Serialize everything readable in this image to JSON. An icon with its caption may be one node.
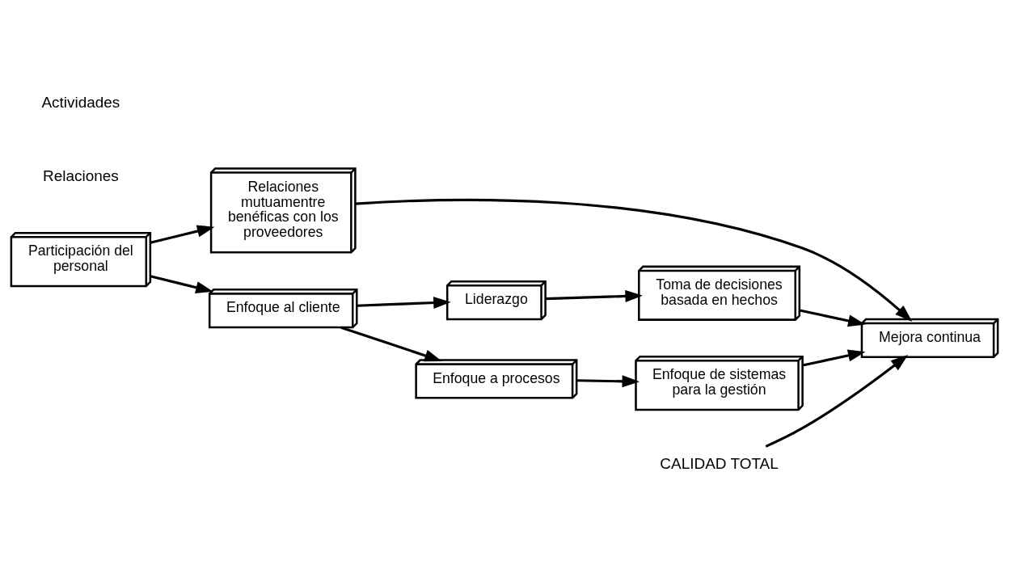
{
  "diagram": {
    "nodes": [
      {
        "text": [
          "Relaciones mutuamentre benéficas con los proveedores"
        ]
      },
      {
        "text": [
          "Mejora continua"
        ]
      },
      {
        "text": [
          "Participación del personal"
        ]
      },
      {
        "text": [
          "Toma de decisiones basada en hechos"
        ]
      },
      {
        "text": [
          "Liderazgo"
        ]
      },
      {
        "text": [
          "Enfoque al cliente"
        ]
      },
      {
        "text": [
          "Enfoque a procesos"
        ]
      },
      {
        "text": [
          "Enfoque de sistemas para la gestión"
        ]
      },
      {
        "text": [
          "CALIDAD TOTAL"
        ]
      }
    ],
    "edges": [
      {
        "from": 8,
        "to": 1,
        "arrow": "to"
      },
      {
        "from": 0,
        "to": 1,
        "arrow": "to"
      },
      {
        "from": 2,
        "to": 0,
        "arrow": "to"
      },
      {
        "from": 2,
        "to": 5,
        "arrow": "to"
      },
      {
        "from": 5,
        "to": 4,
        "arrow": "to"
      },
      {
        "from": 4,
        "to": 3,
        "arrow": "to"
      },
      {
        "from": 3,
        "to": 1,
        "arrow": "to"
      },
      {
        "from": 5,
        "to": 6,
        "arrow": "to"
      },
      {
        "from": 6,
        "to": 7,
        "arrow": "to"
      },
      {
        "from": 7,
        "to": 1,
        "arrow": "to"
      }
    ],
    "labels": [
      "Relaciones",
      "Actividades"
    ]
  }
}
